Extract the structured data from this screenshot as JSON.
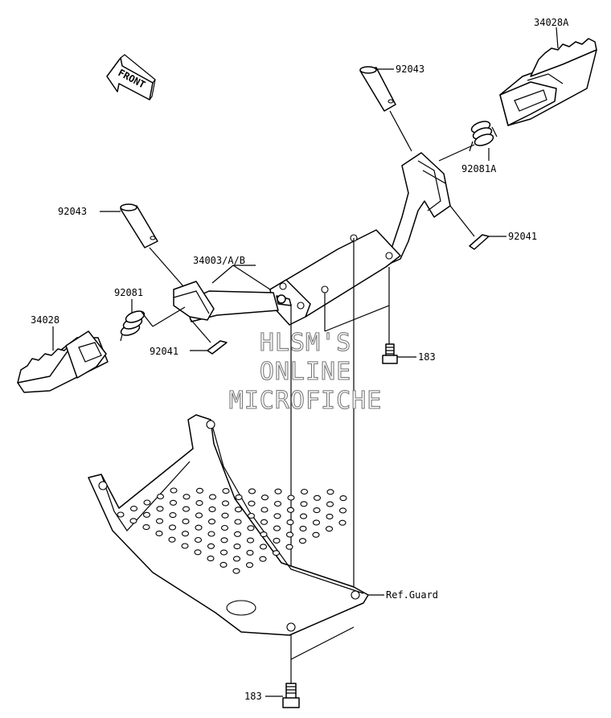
{
  "labels": {
    "front": "FRONT",
    "p92043_top": "92043",
    "p34028A": "34028A",
    "p92081A": "92081A",
    "p92041_right": "92041",
    "p92043_left": "92043",
    "p34003": "34003/A/B",
    "p92081": "92081",
    "p34028": "34028",
    "p92041_left": "92041",
    "p183_upper": "183",
    "ref_guard": "Ref.Guard",
    "p183_lower": "183"
  },
  "watermark": {
    "line1": "HLSM'S",
    "line2": "ONLINE",
    "line3": "MICROFICHE"
  }
}
